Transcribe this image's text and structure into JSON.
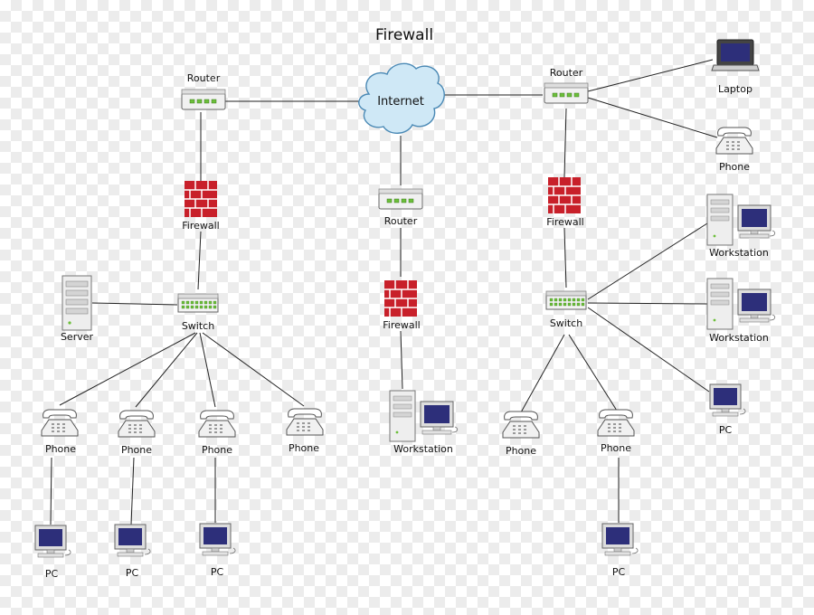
{
  "title": "Firewall",
  "nodes": {
    "internet": "Internet",
    "router_left": "Router",
    "router_center": "Router",
    "router_right": "Router",
    "firewall_left": "Firewall",
    "firewall_center": "Firewall",
    "firewall_right": "Firewall",
    "switch_left": "Switch",
    "switch_right": "Switch",
    "server": "Server",
    "laptop": "Laptop",
    "phone_right_top": "Phone",
    "workstation_center": "Workstation",
    "workstation_right_1": "Workstation",
    "workstation_right_2": "Workstation",
    "pc_right_switch": "PC",
    "phone_left_1": "Phone",
    "phone_left_2": "Phone",
    "phone_left_3": "Phone",
    "phone_left_4": "Phone",
    "phone_right_1": "Phone",
    "phone_right_2": "Phone",
    "pc_left_1": "PC",
    "pc_left_2": "PC",
    "pc_left_3": "PC",
    "pc_right_bottom": "PC"
  },
  "colors": {
    "firewall_brick": "#c8202a",
    "cloud_fill": "#cfe8f6",
    "cloud_stroke": "#4a89b5",
    "port_led": "#6cbf3a",
    "monitor_screen": "#2d2f7a"
  },
  "icons": {
    "router": "router-icon",
    "firewall": "brick-wall-icon",
    "switch": "network-switch-icon",
    "cloud": "cloud-icon",
    "server": "server-tower-icon",
    "workstation": "workstation-icon",
    "pc": "monitor-icon",
    "phone": "telephone-icon",
    "laptop": "laptop-icon"
  }
}
